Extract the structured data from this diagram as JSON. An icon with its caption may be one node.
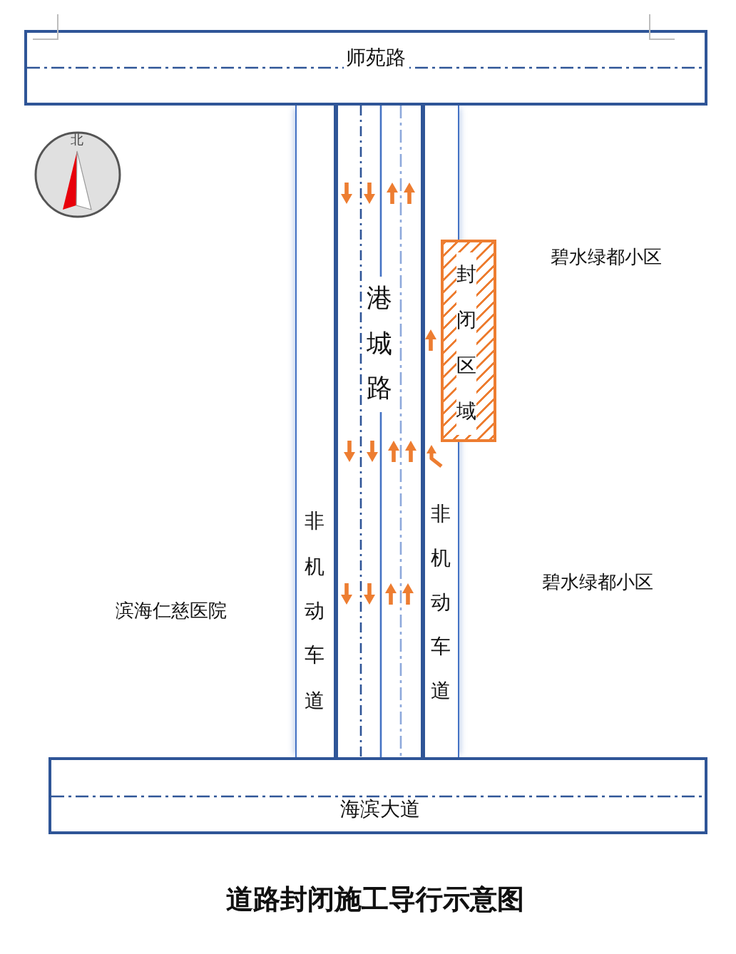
{
  "diagram": {
    "title": "道路封闭施工导行示意图",
    "nodes": [
      {
        "text": [
          "师苑路"
        ]
      },
      {
        "text": [
          "港城路"
        ]
      },
      {
        "text": [
          "非机动车道"
        ]
      },
      {
        "text": [
          "非机动车道"
        ]
      },
      {
        "text": [
          "封闭区域"
        ]
      },
      {
        "text": [
          "海滨大道"
        ]
      }
    ],
    "labels": [
      "北",
      "碧水绿都小区",
      "碧水绿都小区",
      "滨海仁慈医院"
    ]
  }
}
